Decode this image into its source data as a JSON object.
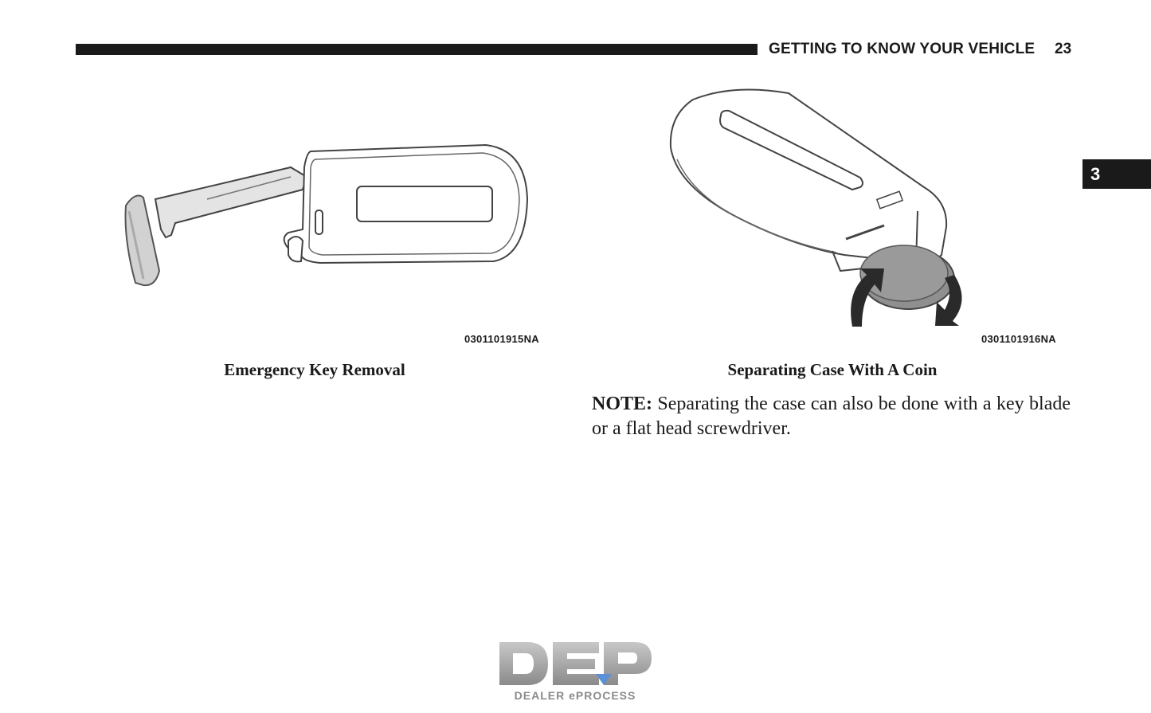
{
  "header": {
    "title": "GETTING TO KNOW YOUR VEHICLE",
    "page_number": "23"
  },
  "chapter_tab": "3",
  "figures": [
    {
      "id_label": "0301101915NA",
      "caption": "Emergency Key Removal",
      "icon": "key-fob-with-emergency-key-illustration"
    },
    {
      "id_label": "0301101916NA",
      "caption": "Separating Case With A Coin",
      "icon": "key-fob-coin-separation-illustration"
    }
  ],
  "note": {
    "label": "NOTE:",
    "text": " Separating the case can also be done with a key blade or a flat head screwdriver."
  },
  "logo": {
    "letters": "DEP",
    "tagline": "DEALER ePROCESS"
  }
}
